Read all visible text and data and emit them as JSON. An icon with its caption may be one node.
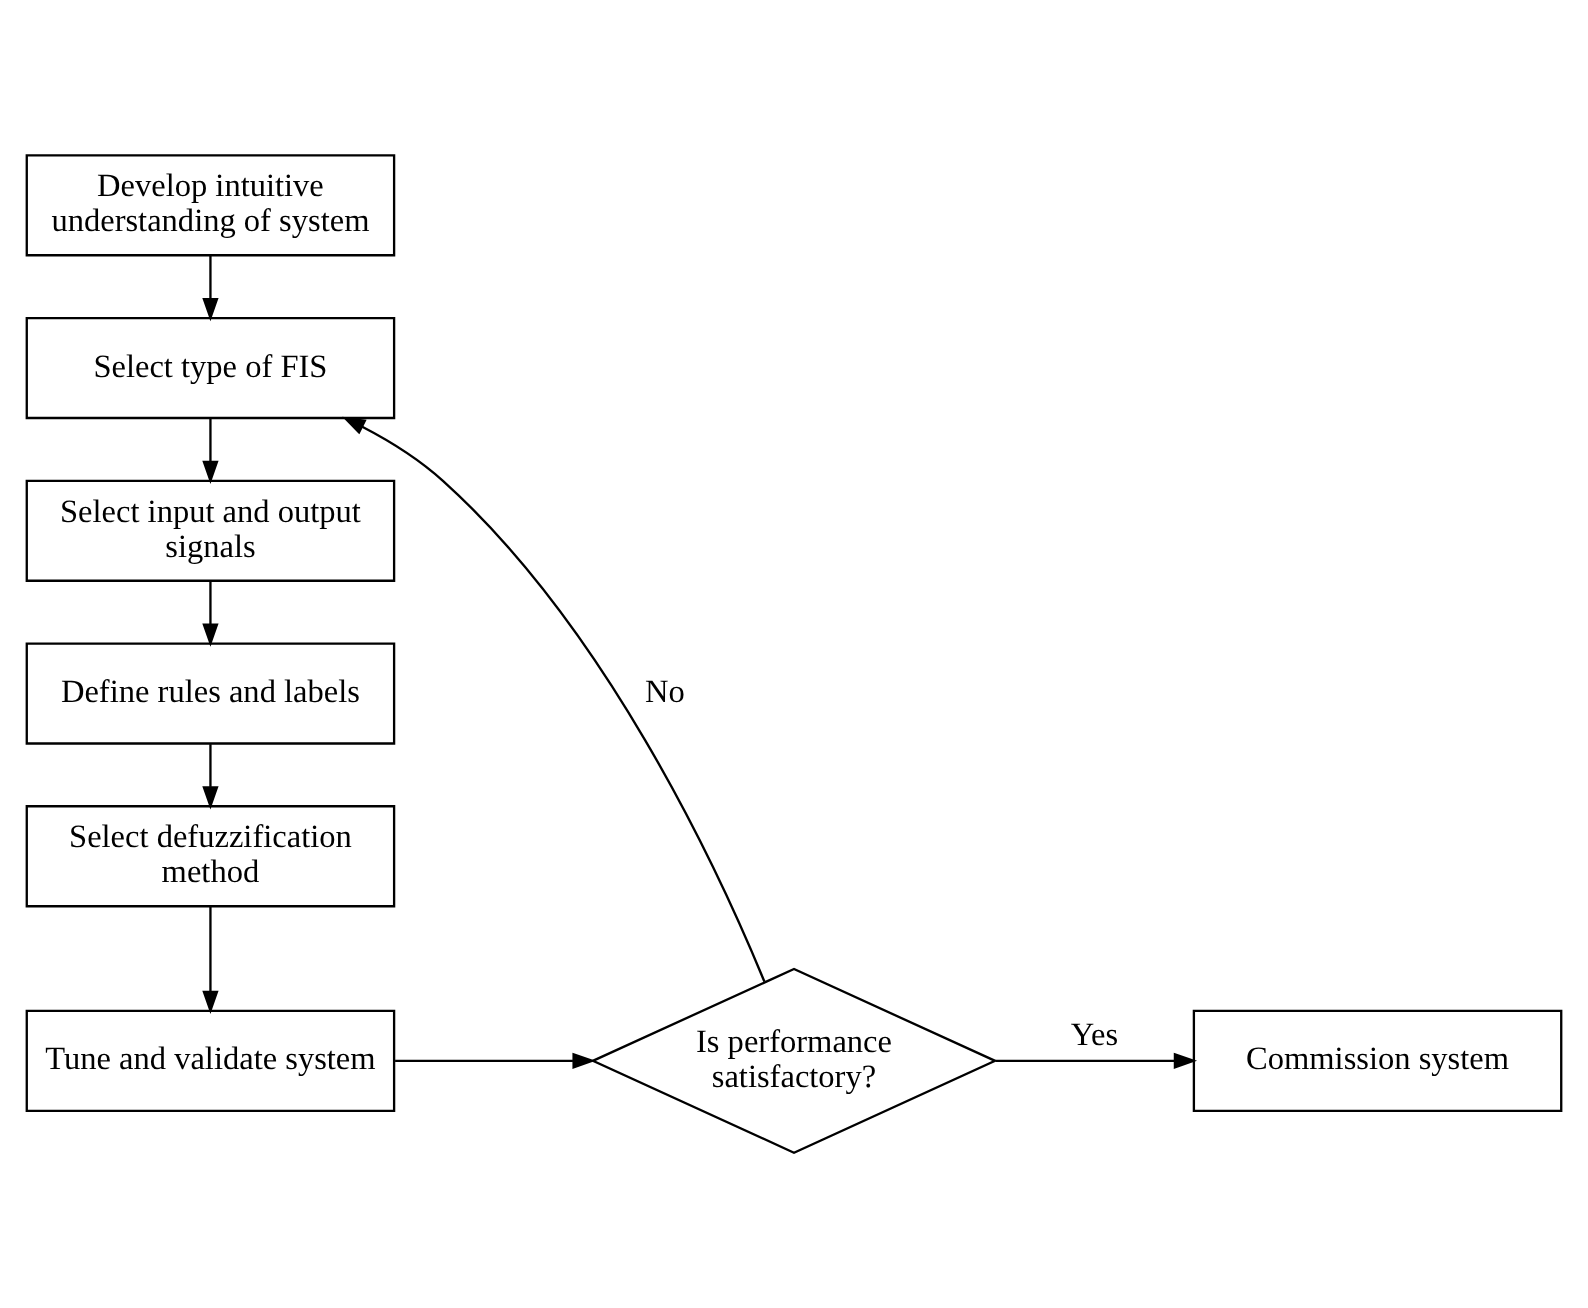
{
  "diagram": {
    "nodes": [
      {
        "text": [
          "Develop intuitive understanding of system"
        ]
      },
      {
        "text": [
          "Select type of FIS"
        ]
      },
      {
        "text": [
          "Select input and output signals"
        ]
      },
      {
        "text": [
          "Define rules and labels"
        ]
      },
      {
        "text": [
          "Select defuzzification method"
        ]
      },
      {
        "text": [
          "Tune and validate system"
        ]
      },
      {
        "text": [
          "Is performance satisfactory?"
        ]
      },
      {
        "text": [
          "Commission system"
        ]
      }
    ],
    "edges": [
      {
        "from": 0,
        "to": 1,
        "arrow": "to"
      },
      {
        "from": 1,
        "to": 2,
        "arrow": "to"
      },
      {
        "from": 2,
        "to": 3,
        "arrow": "to"
      },
      {
        "from": 3,
        "to": 4,
        "arrow": "to"
      },
      {
        "from": 4,
        "to": 5,
        "arrow": "to"
      },
      {
        "from": 5,
        "to": 6,
        "arrow": "to"
      },
      {
        "from": 6,
        "to": 1,
        "arrow": "to",
        "label": "No"
      },
      {
        "from": 6,
        "to": 7,
        "arrow": "to",
        "label": "Yes"
      }
    ]
  }
}
